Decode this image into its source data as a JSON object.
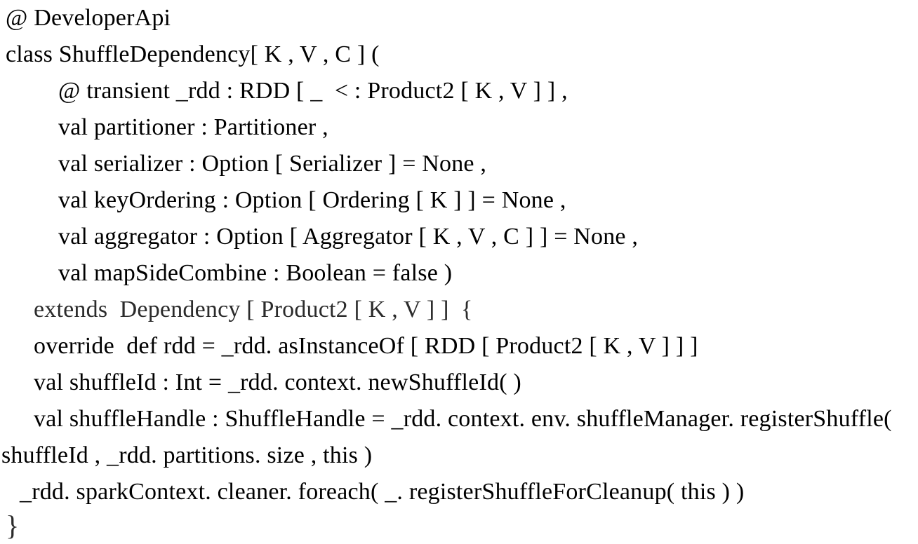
{
  "document": {
    "kind": "source-code-listing",
    "language": "Scala",
    "background_color": "#ffffff",
    "text_color": "#000000",
    "lines": [
      {
        "id": "annotation-developer-api",
        "indent": "ind-0",
        "text": "@ DeveloperApi"
      },
      {
        "id": "class-declaration",
        "indent": "ind-0",
        "text": "class ShuffleDependency[ K , V , C ] ("
      },
      {
        "id": "param-rdd",
        "indent": "ind-arg",
        "text": "@ transient _rdd : RDD [ _  < : Product2 [ K , V ] ] ,"
      },
      {
        "id": "param-partitioner",
        "indent": "ind-arg",
        "text": "val partitioner : Partitioner ,"
      },
      {
        "id": "param-serializer",
        "indent": "ind-arg",
        "text": "val serializer : Option [ Serializer ] = None ,"
      },
      {
        "id": "param-key-ordering",
        "indent": "ind-arg",
        "text": "val keyOrdering : Option [ Ordering [ K ] ] = None ,"
      },
      {
        "id": "param-aggregator",
        "indent": "ind-arg",
        "text": "val aggregator : Option [ Aggregator [ K , V , C ] ] = None ,"
      },
      {
        "id": "param-map-side-combine",
        "indent": "ind-arg",
        "text": "val mapSideCombine : Boolean = false )"
      },
      {
        "id": "extends-dependency",
        "indent": "ind-body",
        "text": "extends  Dependency [ Product2 [ K , V ] ]  {"
      },
      {
        "id": "override-def-rdd",
        "indent": "ind-body",
        "text": "override  def rdd = _rdd. asInstanceOf [ RDD [ Product2 [ K , V ] ] ]"
      },
      {
        "id": "val-shuffle-id",
        "indent": "ind-body",
        "text": "val shuffleId : Int = _rdd. context. newShuffleId( )"
      },
      {
        "id": "val-shuffle-handle",
        "indent": "ind-body",
        "text": "val shuffleHandle : ShuffleHandle = _rdd. context. env. shuffleManager. registerShuffle("
      },
      {
        "id": "val-shuffle-handle-continued",
        "indent": "ind-wrap",
        "text": "shuffleId , _rdd. partitions. size , this )"
      },
      {
        "id": "cleaner-foreach",
        "indent": "ind-last",
        "text": "_rdd. sparkContext. cleaner. foreach( _. registerShuffleForCleanup( this ) )"
      },
      {
        "id": "closing-brace",
        "indent": "ind-0",
        "text": "}"
      }
    ]
  }
}
